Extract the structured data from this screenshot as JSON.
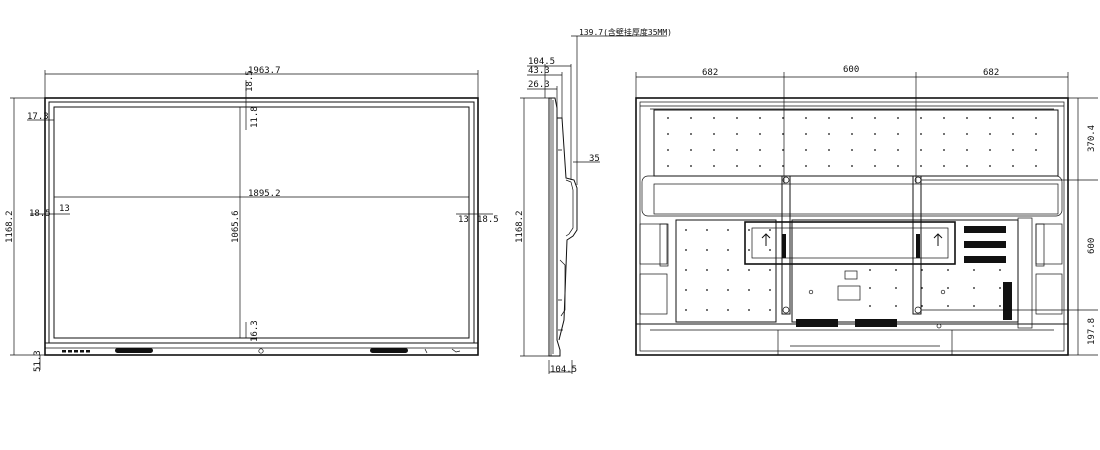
{
  "front_view": {
    "overall_width": "1963.7",
    "active_width": "1895.2",
    "overall_height": "1168.2",
    "active_height": "1065.6",
    "top_bezel": "18.5",
    "top_offset": "11.8",
    "left_bezel": "18.5",
    "left_offset": "13",
    "right_offset": "13",
    "right_bezel": "18.5",
    "corner_left": "17.3",
    "bottom_offset": "16.3",
    "bottom_bezel": "51.3"
  },
  "side_view": {
    "depth_with_wallmount": "139.7(含壁挂厚度35MM)",
    "depth_total": "104.5",
    "depth_mid": "43.3",
    "depth_top": "26.3",
    "wallmount_depth": "35",
    "height": "1168.2",
    "bottom_depth": "104.5"
  },
  "rear_view": {
    "left_span": "682",
    "vesa_width": "600",
    "right_span": "682",
    "top_to_mount": "370.4",
    "vesa_height": "600",
    "bottom_to_mount": "197.8"
  }
}
